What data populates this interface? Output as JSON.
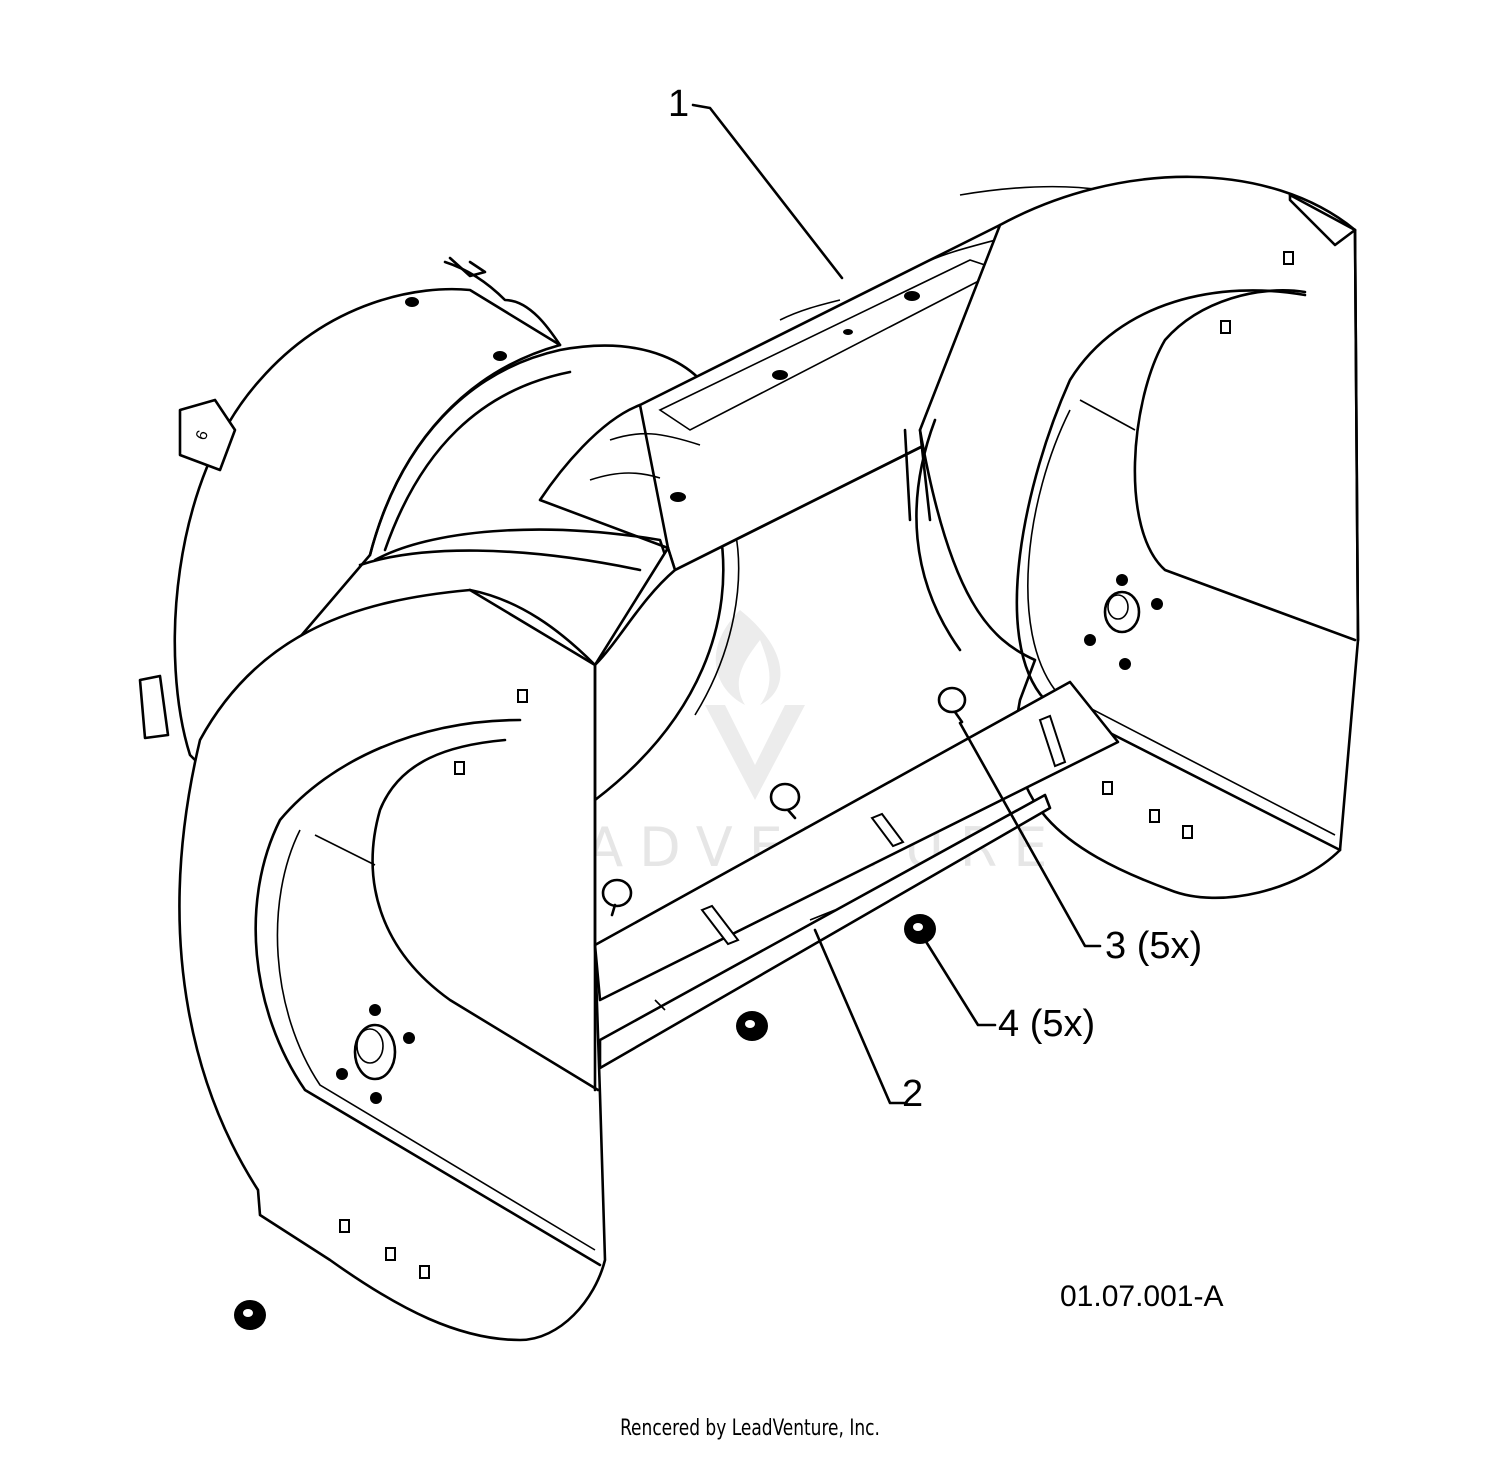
{
  "callouts": [
    {
      "id": "1",
      "label": "1"
    },
    {
      "id": "2",
      "label": "2"
    },
    {
      "id": "3",
      "label": "3 (5x)"
    },
    {
      "id": "4",
      "label": "4 (5x)"
    }
  ],
  "drawing_id": "01.07.001-A",
  "watermark": "LEADVENTURE",
  "credit": "Rencered by LeadVenture, Inc.",
  "colors": {
    "line": "#000000",
    "background": "#ffffff",
    "watermark": "#e6e6e6"
  }
}
